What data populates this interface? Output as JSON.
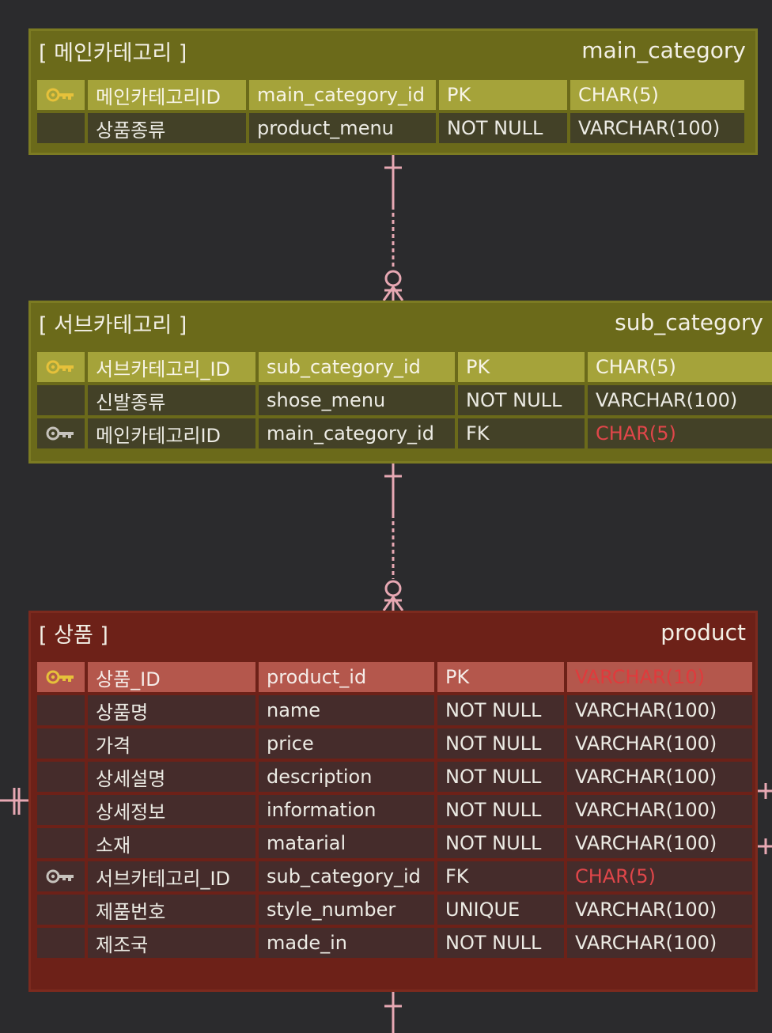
{
  "colors": {
    "background": "#2b2b2d",
    "olive_frame": "#6b6a1a",
    "olive_pk_row": "#a5a33a",
    "red_frame": "#6d2118",
    "red_pk_row": "#b4574c",
    "connector": "#e7a8b3",
    "fk_type": "#e0464a"
  },
  "icons": {
    "primary_key": "key-icon-gold",
    "foreign_key": "key-icon-grey"
  },
  "tables": [
    {
      "korean_name": "[ 메인카테고리 ]",
      "table_name": "main_category",
      "rows": [
        {
          "key": "pk",
          "kor": "메인카테고리ID",
          "col": "main_category_id",
          "constraint": "PK",
          "type": "CHAR(5)"
        },
        {
          "key": "",
          "kor": "상품종류",
          "col": "product_menu",
          "constraint": "NOT NULL",
          "type": "VARCHAR(100)"
        }
      ]
    },
    {
      "korean_name": "[ 서브카테고리 ]",
      "table_name": "sub_category",
      "rows": [
        {
          "key": "pk",
          "kor": "서브카테고리_ID",
          "col": "sub_category_id",
          "constraint": "PK",
          "type": "CHAR(5)"
        },
        {
          "key": "",
          "kor": "신발종류",
          "col": "shose_menu",
          "constraint": "NOT NULL",
          "type": "VARCHAR(100)"
        },
        {
          "key": "fk",
          "kor": "메인카테고리ID",
          "col": "main_category_id",
          "constraint": "FK",
          "type": "CHAR(5)"
        }
      ]
    },
    {
      "korean_name": "[ 상품 ]",
      "table_name": "product",
      "rows": [
        {
          "key": "pk",
          "kor": "상품_ID",
          "col": "product_id",
          "constraint": "PK",
          "type": "VARCHAR(10)"
        },
        {
          "key": "",
          "kor": "상품명",
          "col": "name",
          "constraint": "NOT NULL",
          "type": "VARCHAR(100)"
        },
        {
          "key": "",
          "kor": "가격",
          "col": "price",
          "constraint": "NOT NULL",
          "type": "VARCHAR(100)"
        },
        {
          "key": "",
          "kor": "상세설명",
          "col": "description",
          "constraint": "NOT NULL",
          "type": "VARCHAR(100)"
        },
        {
          "key": "",
          "kor": "상세정보",
          "col": "information",
          "constraint": "NOT NULL",
          "type": "VARCHAR(100)"
        },
        {
          "key": "",
          "kor": "소재",
          "col": "matarial",
          "constraint": "NOT NULL",
          "type": "VARCHAR(100)"
        },
        {
          "key": "fk",
          "kor": "서브카테고리_ID",
          "col": "sub_category_id",
          "constraint": "FK",
          "type": "CHAR(5)"
        },
        {
          "key": "",
          "kor": "제품번호",
          "col": "style_number",
          "constraint": "UNIQUE",
          "type": "VARCHAR(100)"
        },
        {
          "key": "",
          "kor": "제조국",
          "col": "made_in",
          "constraint": "NOT NULL",
          "type": "VARCHAR(100)"
        }
      ]
    }
  ]
}
